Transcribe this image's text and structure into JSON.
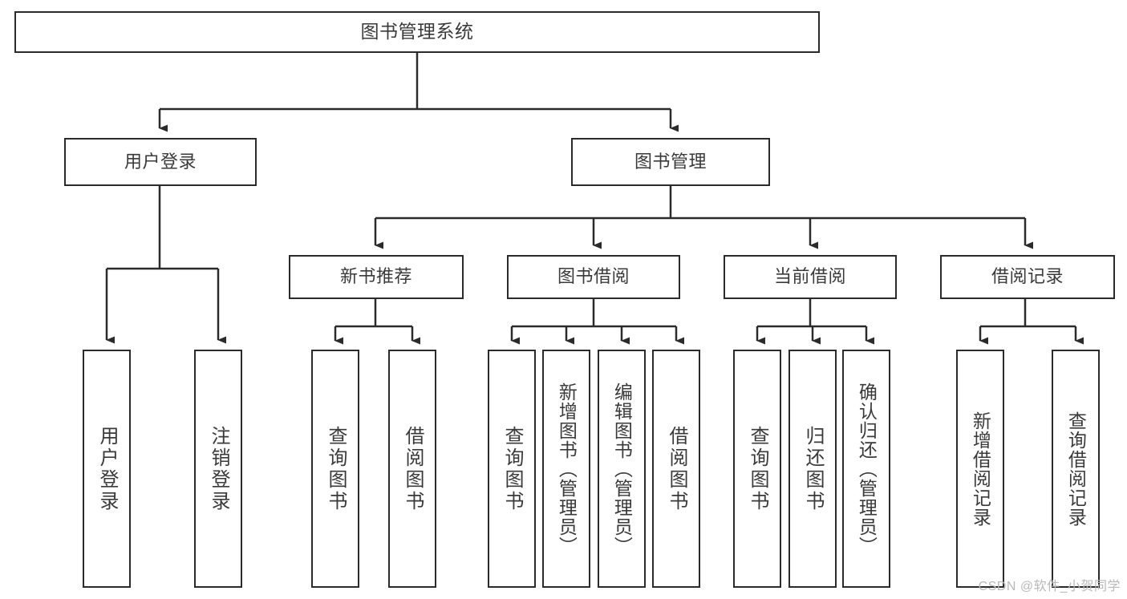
{
  "diagram": {
    "title": "图书管理系统",
    "watermark": "CSDN @软件_小贺同学",
    "colors": {
      "stroke": "#2b2b2b",
      "text": "#3a3a3a",
      "background": "#ffffff",
      "watermark": "#b9b9b9"
    },
    "levels": {
      "root": {
        "label": "图书管理系统"
      },
      "level2": [
        {
          "label": "用户登录"
        },
        {
          "label": "图书管理"
        }
      ],
      "level3": [
        {
          "label": "新书推荐"
        },
        {
          "label": "图书借阅"
        },
        {
          "label": "当前借阅"
        },
        {
          "label": "借阅记录"
        }
      ],
      "leaves": {
        "user_login": [
          {
            "label": "用户登录"
          },
          {
            "label": "注销登录"
          }
        ],
        "new_book": [
          {
            "label": "查询图书"
          },
          {
            "label": "借阅图书"
          }
        ],
        "borrow_book": [
          {
            "label": "查询图书"
          },
          {
            "label": "新增图书（管理员）"
          },
          {
            "label": "编辑图书（管理员）"
          },
          {
            "label": "借阅图书"
          }
        ],
        "current_borrow": [
          {
            "label": "查询图书"
          },
          {
            "label": "归还图书"
          },
          {
            "label": "确认归还（管理员）"
          }
        ],
        "borrow_record": [
          {
            "label": "新增借阅记录"
          },
          {
            "label": "查询借阅记录"
          }
        ]
      }
    }
  }
}
